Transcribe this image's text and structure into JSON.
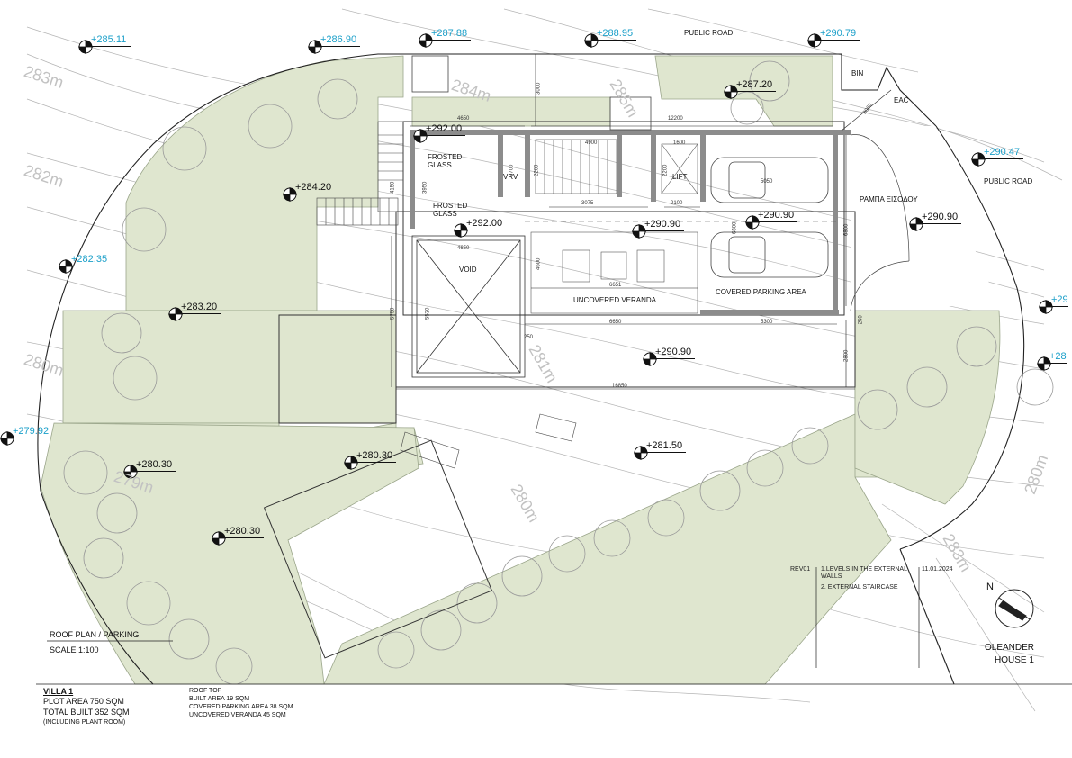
{
  "colors": {
    "green": "#dfe6cf",
    "green_stroke": "#9aa58a",
    "wall": "#8c8c8c",
    "line": "#333333",
    "level_cyan": "#1a9fc9"
  },
  "labels": {
    "public_road_top": "PUBLIC ROAD",
    "public_road_right": "PUBLIC ROAD",
    "bin": "BIN",
    "eac": "EAC",
    "frosted_glass_1": "FROSTED\nGLASS",
    "frosted_glass_2": "FROSTED\nGLASS",
    "vrv": "VRV",
    "lift": "LIFT",
    "void": "VOID",
    "uncovered_veranda": "UNCOVERED VERANDA",
    "covered_parking": "COVERED PARKING AREA",
    "entrance_ramp": "ΡΑΜΠΑ ΕΙΣΟΔΟΥ"
  },
  "contours": [
    "283m",
    "284m",
    "282m",
    "285m",
    "280m",
    "281m",
    "280m",
    "279m",
    "280m",
    "283m"
  ],
  "levels": [
    {
      "id": "lv-285-11",
      "text": "+285.11",
      "cyan": true
    },
    {
      "id": "lv-286-90",
      "text": "+286.90",
      "cyan": true
    },
    {
      "id": "lv-287-88",
      "text": "+287.88",
      "cyan": true
    },
    {
      "id": "lv-288-95",
      "text": "+288.95",
      "cyan": true
    },
    {
      "id": "lv-290-79",
      "text": "+290.79",
      "cyan": true
    },
    {
      "id": "lv-287-20",
      "text": "+287.20",
      "cyan": false
    },
    {
      "id": "lv-290-47",
      "text": "+290.47",
      "cyan": true
    },
    {
      "id": "lv-292-00a",
      "text": "+292.00",
      "cyan": false
    },
    {
      "id": "lv-284-20",
      "text": "+284.20",
      "cyan": false
    },
    {
      "id": "lv-292-00b",
      "text": "+292.00",
      "cyan": false
    },
    {
      "id": "lv-290-90a",
      "text": "+290.90",
      "cyan": false
    },
    {
      "id": "lv-290-90b",
      "text": "+290.90",
      "cyan": false
    },
    {
      "id": "lv-290-90c",
      "text": "+290.90",
      "cyan": false
    },
    {
      "id": "lv-282-35",
      "text": "+282.35",
      "cyan": true
    },
    {
      "id": "lv-283-20",
      "text": "+283.20",
      "cyan": false
    },
    {
      "id": "lv-29x",
      "text": "+29",
      "cyan": true
    },
    {
      "id": "lv-290-90d",
      "text": "+290.90",
      "cyan": false
    },
    {
      "id": "lv-28x",
      "text": "+28",
      "cyan": true
    },
    {
      "id": "lv-279-92",
      "text": "+279.92",
      "cyan": true
    },
    {
      "id": "lv-281-50",
      "text": "+281.50",
      "cyan": false
    },
    {
      "id": "lv-280-30a",
      "text": "+280.30",
      "cyan": false
    },
    {
      "id": "lv-280-30b",
      "text": "+280.30",
      "cyan": false
    },
    {
      "id": "lv-280-30c",
      "text": "+280.30",
      "cyan": false
    }
  ],
  "dims": {
    "d3000": "3000",
    "d4650a": "4650",
    "d12200": "12200",
    "d4900": "4900",
    "d1600": "1600",
    "d2700": "2700",
    "d2200a": "2200",
    "d2200b": "2200",
    "d4150": "4150",
    "d3950": "3950",
    "d3075": "3075",
    "d2100": "2100",
    "d5050": "5050",
    "d6800a": "6800",
    "d6800b": "6800",
    "d4650b": "4650",
    "d4600": "4600",
    "d6651": "6651",
    "d5750": "5750",
    "d5530": "5530",
    "d250a": "250",
    "d6650": "6650",
    "d5300": "5300",
    "d250b": "250",
    "d2800": "2800",
    "d16850": "16850",
    "d3060": "3060"
  },
  "revision": {
    "code": "REV01",
    "item1": "1.LEVELS IN THE EXTERNAL\nWALLS",
    "item2": "2. EXTERNAL STAIRCASE",
    "date": "11.01.2024"
  },
  "north": "N",
  "project": {
    "line1": "OLEANDER",
    "line2": "HOUSE 1"
  },
  "drawing": {
    "title": "ROOF PLAN / PARKING",
    "scale": "SCALE 1:100"
  },
  "villa": {
    "name": "VILLA 1",
    "plot": "PLOT AREA 750 SQM",
    "built": "TOTAL BUILT 352 SQM",
    "incl": "(INCLUDING PLANT ROOM)"
  },
  "roof": {
    "title": "ROOF TOP",
    "built": "BUILT AREA 19 SQM",
    "parking": "COVERED PARKING AREA 38 SQM",
    "veranda": "UNCOVERED VERANDA 45 SQM"
  }
}
